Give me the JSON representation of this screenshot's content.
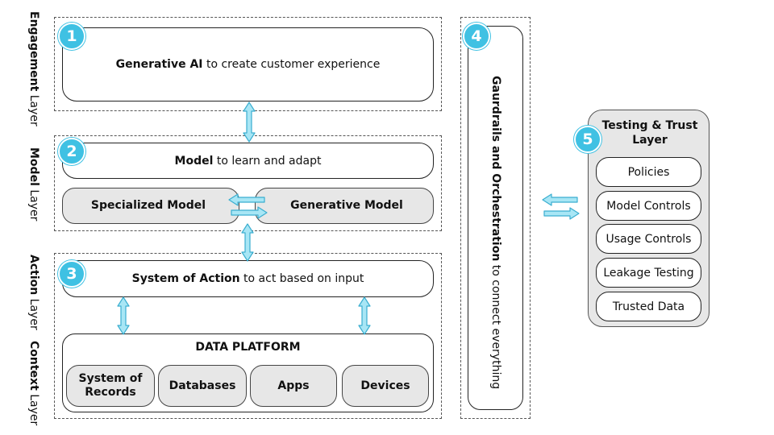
{
  "colors": {
    "accent": "#3fc1e3",
    "box_fill": "#e7e7e7",
    "arrow_fill": "#a8e6f5"
  },
  "layers": {
    "engagement": {
      "bold": "Engagement",
      "rest": " Layer"
    },
    "model": {
      "bold": "Model",
      "rest": " Layer"
    },
    "action": {
      "bold": "Action",
      "rest": " Layer"
    },
    "context": {
      "bold": "Context",
      "rest": " Layer"
    }
  },
  "badges": [
    "1",
    "2",
    "3",
    "4",
    "5"
  ],
  "engagement_box": {
    "bold": "Generative AI",
    "rest": " to create customer experience"
  },
  "model_box": {
    "bold": "Model",
    "rest": " to learn and adapt",
    "specialized": "Specialized Model",
    "generative": "Generative Model"
  },
  "action_box": {
    "bold": "System of Action",
    "rest": " to act based on input"
  },
  "data_platform": {
    "title": "DATA PLATFORM",
    "items": [
      "System of Records",
      "Databases",
      "Apps",
      "Devices"
    ]
  },
  "guardrails": {
    "bold": "Gaurdrails and Orchestration",
    "rest": " to connect everything"
  },
  "testing": {
    "title": "Testing & Trust Layer",
    "items": [
      "Policies",
      "Model Controls",
      "Usage Controls",
      "Leakage Testing",
      "Trusted Data"
    ]
  }
}
